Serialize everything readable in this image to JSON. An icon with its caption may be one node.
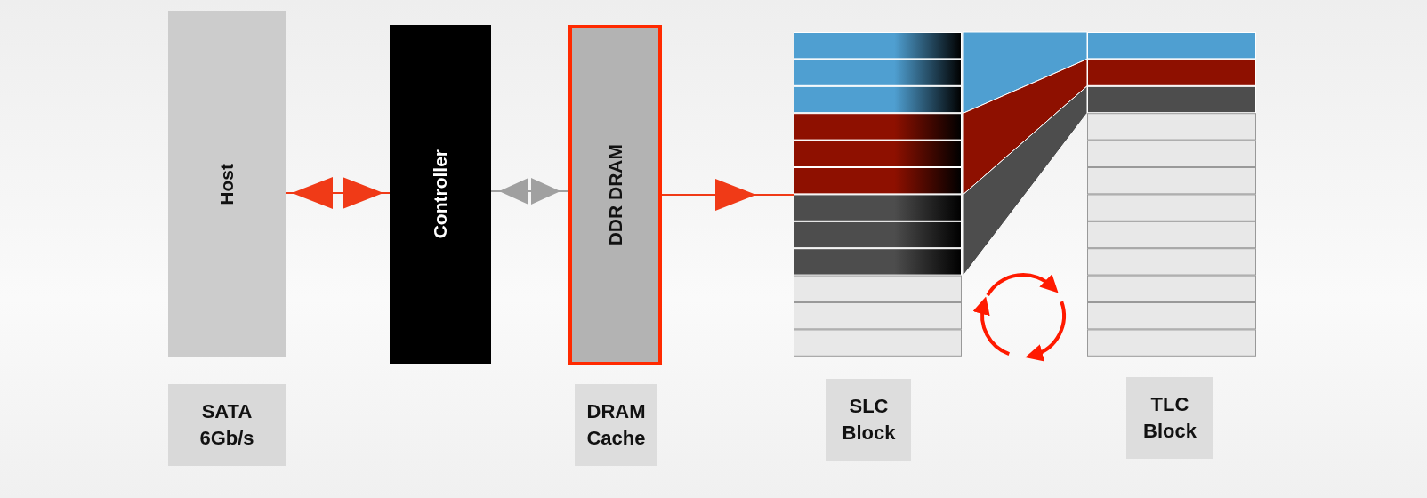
{
  "diagram": {
    "nodes": [
      {
        "text": [
          "Host"
        ]
      },
      {
        "text": [
          "Controller"
        ]
      },
      {
        "text": [
          "DDR DRAM"
        ]
      },
      {
        "text": [],
        "shape": "box"
      },
      {
        "text": [],
        "shape": "box"
      },
      {
        "text": [
          "SATA 6Gb/s"
        ]
      },
      {
        "text": [
          "DRAM Cache"
        ]
      },
      {
        "text": [
          "SLC Block"
        ]
      },
      {
        "text": [
          "TLC Block"
        ]
      }
    ],
    "edges": [
      {
        "from": 0,
        "to": 1,
        "arrow": "both"
      },
      {
        "from": 1,
        "to": 2,
        "arrow": "both",
        "color": "#a0a0a0"
      },
      {
        "from": 2,
        "to": 3,
        "arrow": "to"
      }
    ]
  }
}
